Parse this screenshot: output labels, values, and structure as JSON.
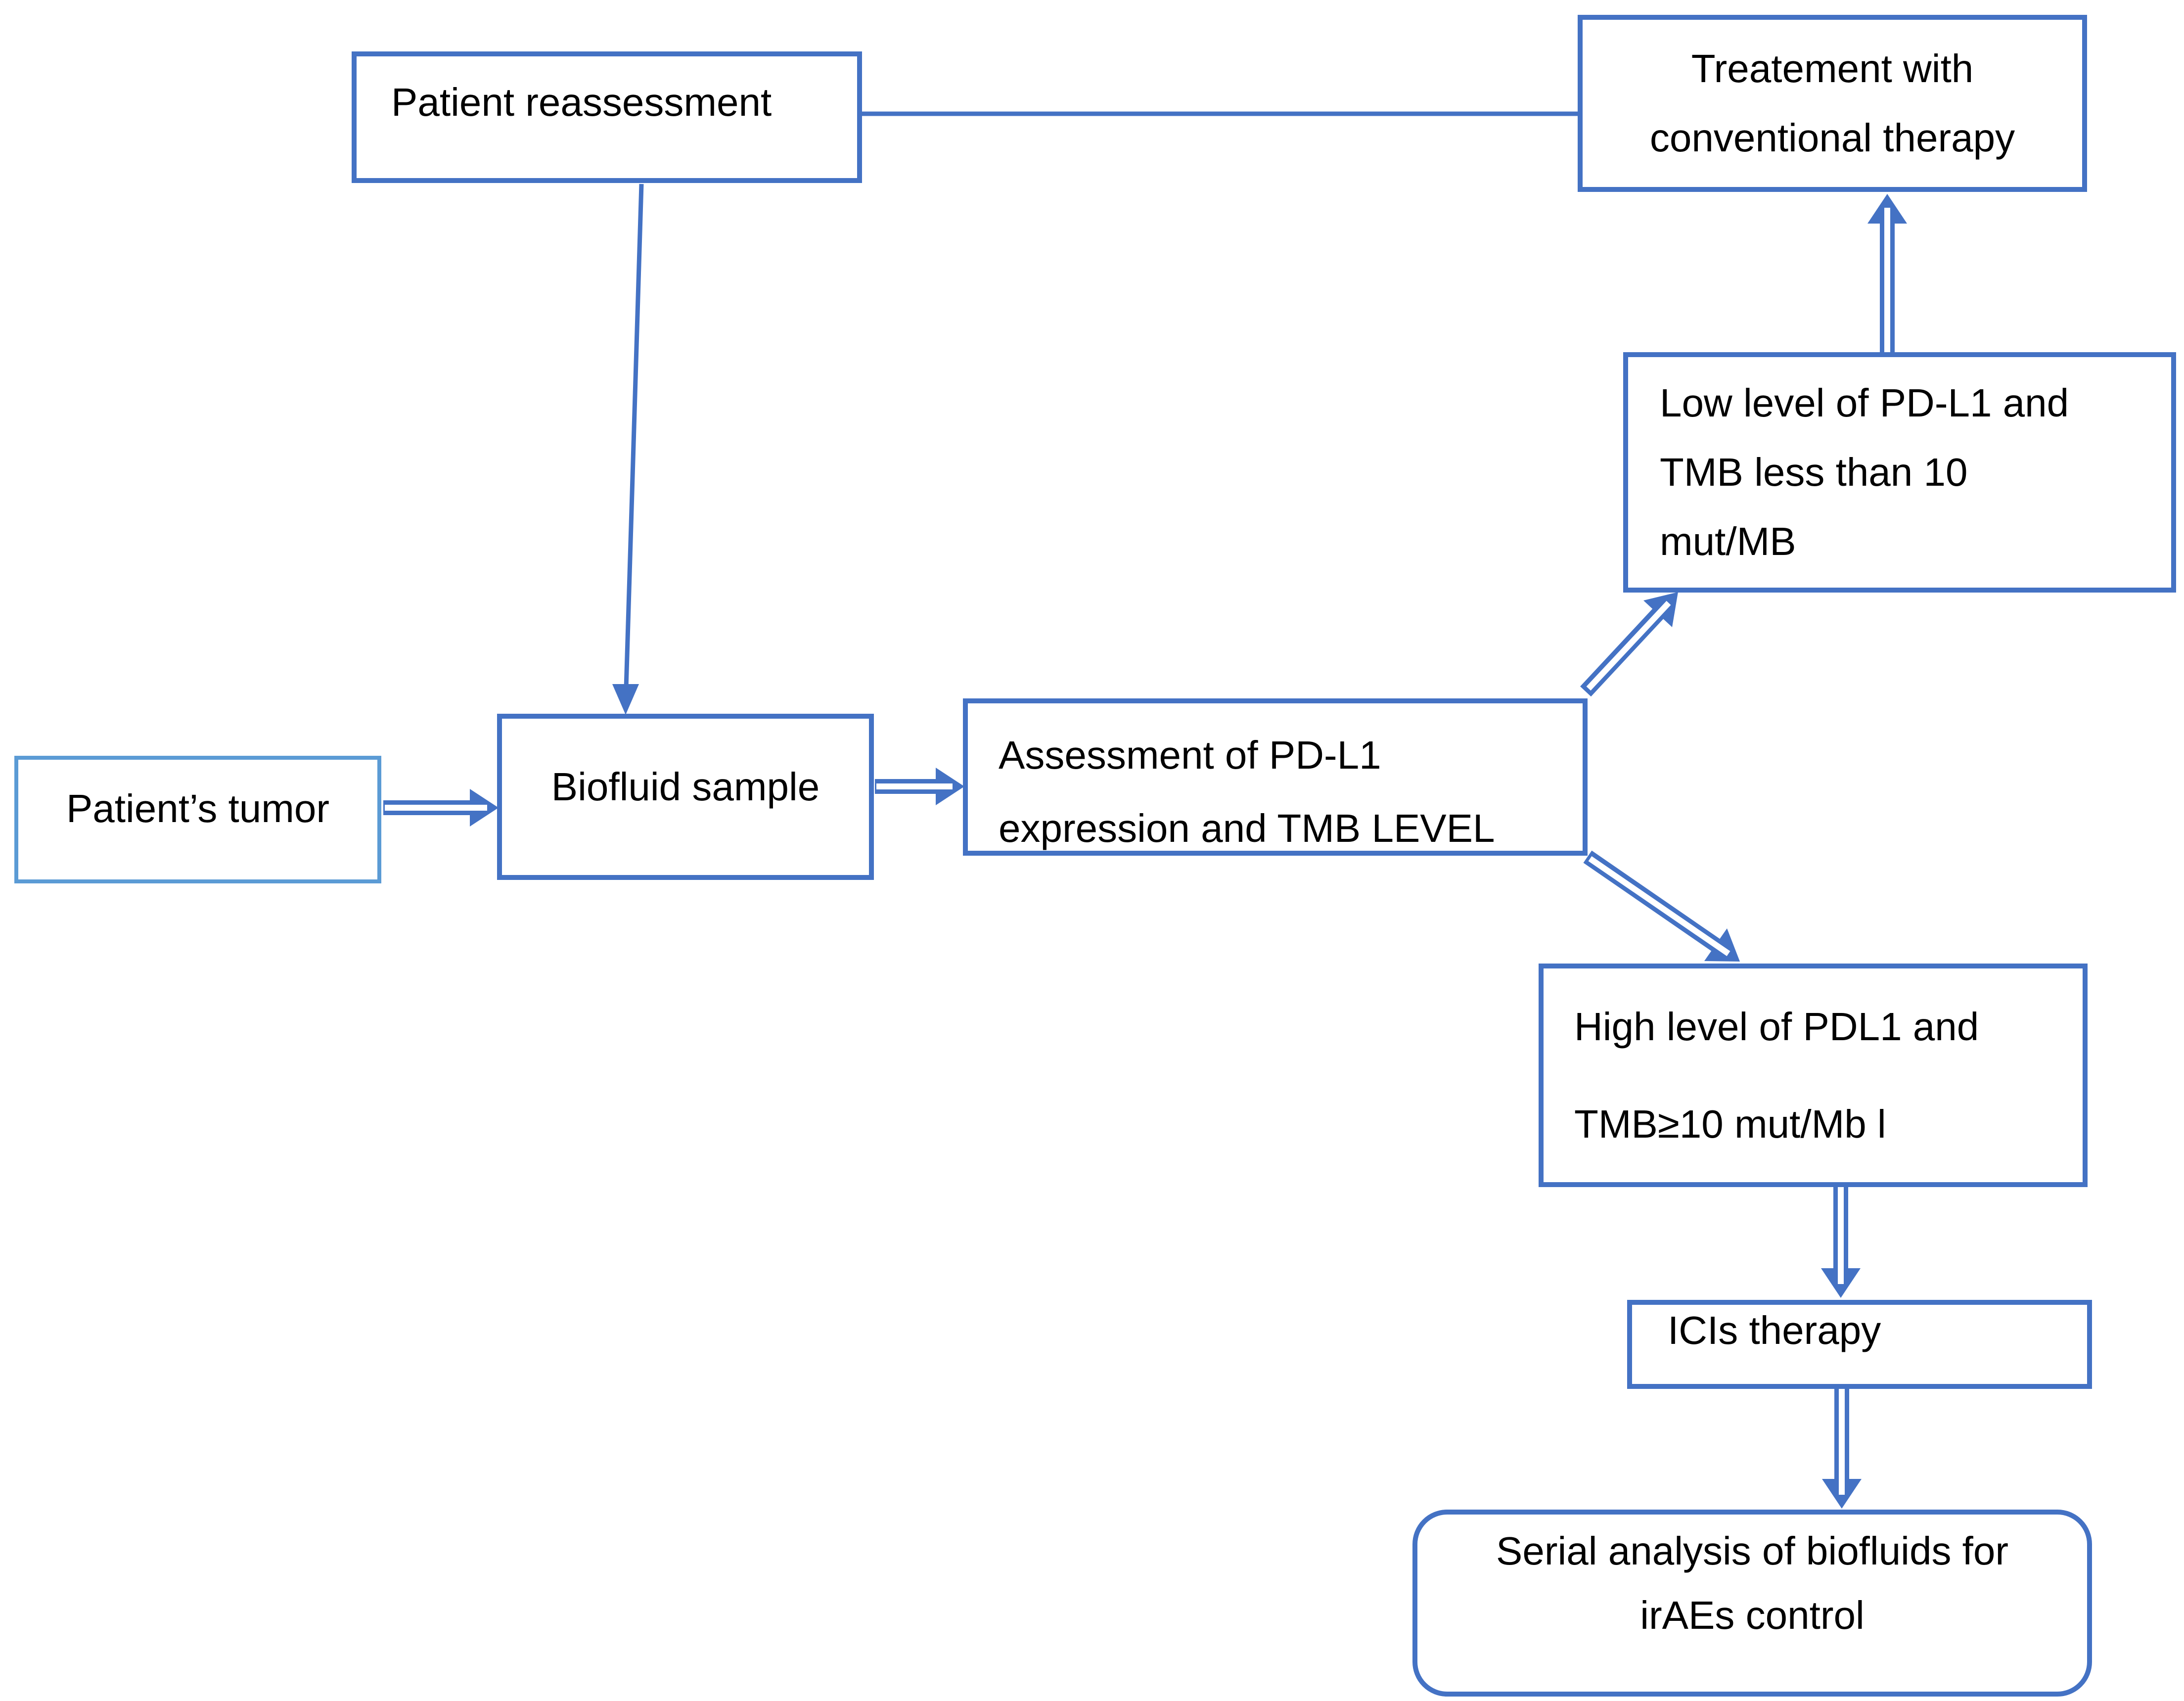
{
  "diagram": {
    "title": "Biofluid-based PD-L1 / TMB treatment decision flowchart",
    "accent_color": "#4472C4",
    "light_accent_color": "#5B9BD5",
    "text_color": "#000000",
    "nodes": {
      "patient_reassessment": {
        "label": "Patient reassessment"
      },
      "treatment_conventional": {
        "lines": [
          "Treatement with",
          "conventional therapy"
        ]
      },
      "low_level": {
        "lines": [
          "Low level of PD-L1 and",
          "TMB less than 10",
          "mut/MB"
        ]
      },
      "patients_tumor": {
        "label": "Patient’s tumor"
      },
      "biofluid_sample": {
        "label": "Biofluid sample"
      },
      "assessment": {
        "lines": [
          "Assessment of PD-L1",
          "expression and TMB LEVEL"
        ]
      },
      "high_level": {
        "lines": [
          "High level of PDL1 and",
          "TMB≥10 mut/Mb l"
        ]
      },
      "icis_therapy": {
        "label": "ICIs therapy"
      },
      "serial_analysis": {
        "lines": [
          "Serial analysis of biofluids for",
          "irAEs control"
        ]
      }
    },
    "connections": [
      {
        "from": "patient_reassessment",
        "to": "treatment_conventional",
        "style": "plain-line"
      },
      {
        "from": "patient_reassessment",
        "to": "biofluid_sample",
        "style": "single-arrow"
      },
      {
        "from": "patients_tumor",
        "to": "biofluid_sample",
        "style": "double-line-arrow"
      },
      {
        "from": "biofluid_sample",
        "to": "assessment",
        "style": "double-line-arrow"
      },
      {
        "from": "assessment",
        "to": "low_level",
        "style": "double-line-arrow"
      },
      {
        "from": "assessment",
        "to": "high_level",
        "style": "double-line-arrow"
      },
      {
        "from": "low_level",
        "to": "treatment_conventional",
        "style": "double-line-arrow"
      },
      {
        "from": "high_level",
        "to": "icis_therapy",
        "style": "double-line-arrow"
      },
      {
        "from": "icis_therapy",
        "to": "serial_analysis",
        "style": "double-line-arrow"
      }
    ]
  }
}
